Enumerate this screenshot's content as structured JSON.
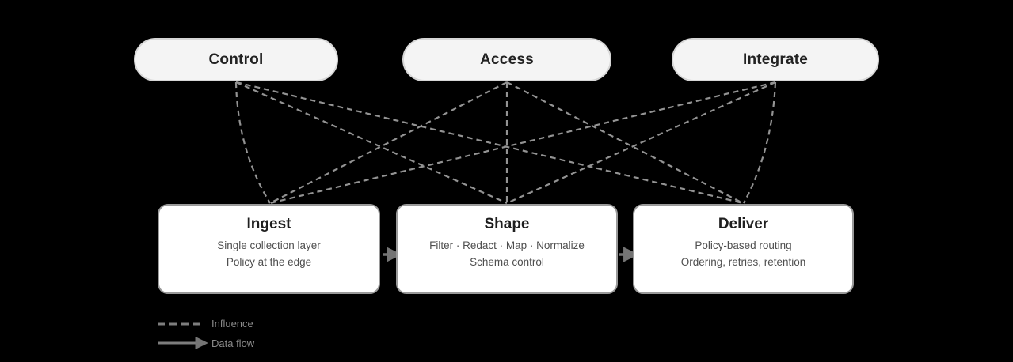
{
  "diagram": {
    "top_nodes": [
      {
        "id": "control",
        "label": "Control"
      },
      {
        "id": "access",
        "label": "Access"
      },
      {
        "id": "integrate",
        "label": "Integrate"
      }
    ],
    "bottom_nodes": [
      {
        "id": "ingest",
        "title": "Ingest",
        "lines": [
          "Single collection layer",
          "Policy at the edge"
        ]
      },
      {
        "id": "shape",
        "title": "Shape",
        "lines": [
          "Filter · Redact · Map · Normalize",
          "Schema control"
        ]
      },
      {
        "id": "deliver",
        "title": "Deliver",
        "lines": [
          "Policy-based routing",
          "Ordering, retries, retention"
        ]
      }
    ],
    "influence_edges": [
      {
        "from": "Control",
        "to": "Ingest"
      },
      {
        "from": "Control",
        "to": "Shape"
      },
      {
        "from": "Control",
        "to": "Deliver"
      },
      {
        "from": "Access",
        "to": "Ingest"
      },
      {
        "from": "Access",
        "to": "Shape"
      },
      {
        "from": "Access",
        "to": "Deliver"
      },
      {
        "from": "Integrate",
        "to": "Ingest"
      },
      {
        "from": "Integrate",
        "to": "Shape"
      },
      {
        "from": "Integrate",
        "to": "Deliver"
      }
    ],
    "flow_edges": [
      {
        "from": "Ingest",
        "to": "Shape"
      },
      {
        "from": "Shape",
        "to": "Deliver"
      }
    ],
    "legend": {
      "influence_label": "Influence",
      "data_flow_label": "Data flow"
    },
    "colors": {
      "background": "#000000",
      "pill_fill": "#f4f4f4",
      "pill_border": "#d6d6d6",
      "box_fill": "#ffffff",
      "box_border": "#9a9a9a",
      "influence_line": "#939393",
      "flow_arrow": "#757575",
      "title_text": "#1f1f1f",
      "subtitle_text": "#4f4f4f",
      "legend_text": "#8a8a8a"
    }
  }
}
